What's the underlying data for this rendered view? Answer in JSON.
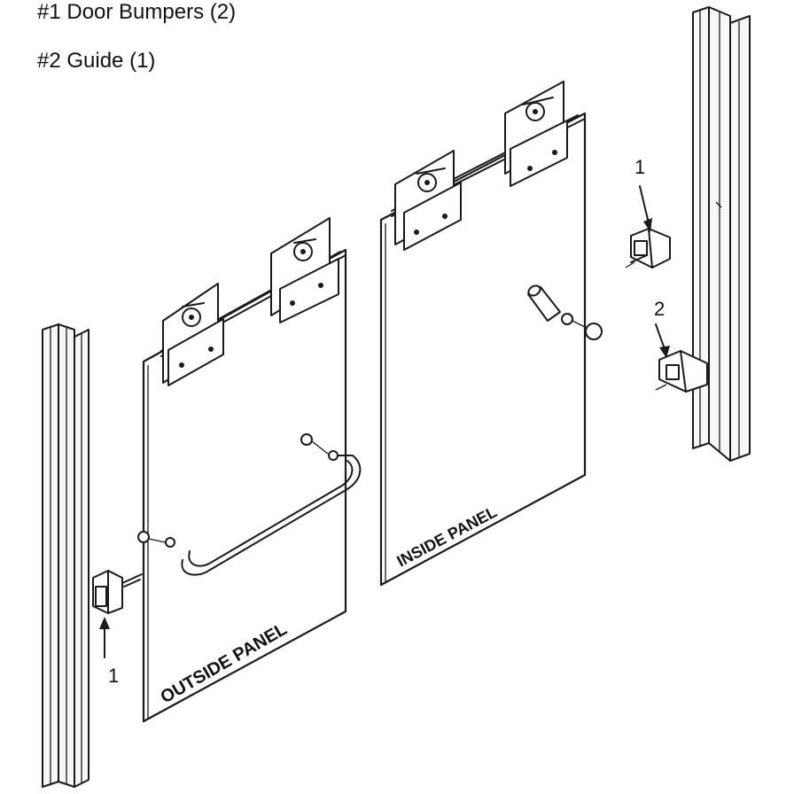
{
  "legend": {
    "item1": "#1 Door Bumpers (2)",
    "item2": "#2 Guide (1)"
  },
  "labels": {
    "outside_panel": "OUTSIDE PANEL",
    "inside_panel": "INSIDE PANEL",
    "callout_bumper_left": "1",
    "callout_bumper_right": "1",
    "callout_guide": "2"
  }
}
